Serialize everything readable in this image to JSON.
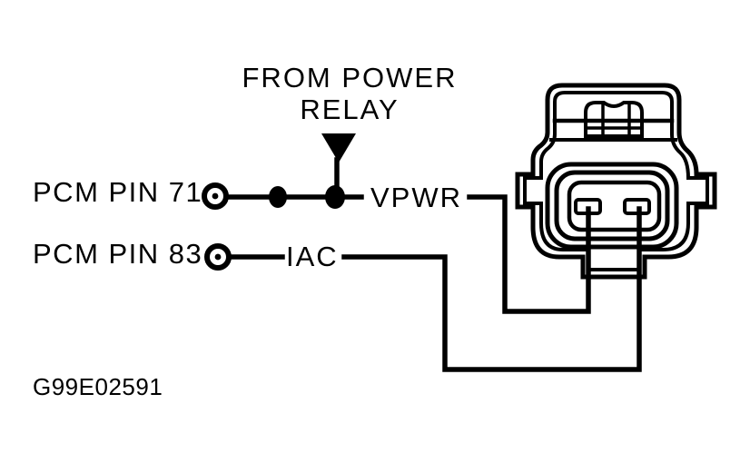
{
  "colors": {
    "ink": "#000000",
    "paper": "#ffffff"
  },
  "header": {
    "power_label_line1": "FROM POWER",
    "power_label_line2": "RELAY"
  },
  "rows": {
    "vpwr": {
      "pin_label": "PCM PIN 71",
      "signal_label": "VPWR"
    },
    "iac": {
      "pin_label": "PCM PIN 83",
      "signal_label": "IAC"
    }
  },
  "footer": {
    "figure_id": "G99E02591"
  },
  "icons": {
    "power_arrow": "down-triangle-arrow",
    "terminal": "circle-with-center-dot",
    "splice": "filled-dot",
    "connector": "iac-valve-2-pin-connector"
  }
}
